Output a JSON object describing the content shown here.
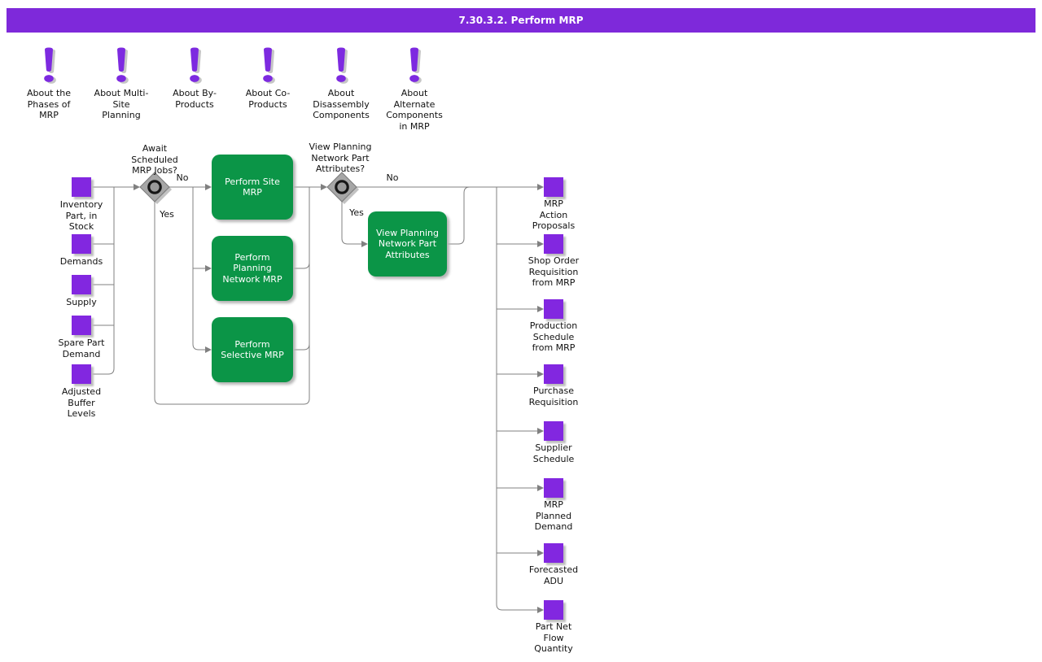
{
  "title": "7.30.3.2. Perform MRP",
  "colors": {
    "header_purple": "#7e29da",
    "node_purple": "#8227e0",
    "activity_green": "#0b9547",
    "connector_gray": "#808080",
    "decision_gray": "#a6a6a6"
  },
  "info_icons": [
    {
      "label": "About the\nPhases of\nMRP"
    },
    {
      "label": "About Multi-\nSite\nPlanning"
    },
    {
      "label": "About By-\nProducts"
    },
    {
      "label": "About Co-\nProducts"
    },
    {
      "label": "About\nDisassembly\nComponents"
    },
    {
      "label": "About\nAlternate\nComponents\nin MRP"
    }
  ],
  "flow": {
    "inputs": [
      {
        "label": "Inventory\nPart, in\nStock"
      },
      {
        "label": "Demands"
      },
      {
        "label": "Supply"
      },
      {
        "label": "Spare Part\nDemand"
      },
      {
        "label": "Adjusted\nBuffer\nLevels"
      }
    ],
    "decisions": [
      {
        "question": "Await\nScheduled\nMRP Jobs?",
        "no_label": "No",
        "yes_label": "Yes"
      },
      {
        "question": "View Planning\nNetwork Part\nAttributes?",
        "no_label": "No",
        "yes_label": "Yes"
      }
    ],
    "activities": [
      {
        "label": "Perform Site\nMRP"
      },
      {
        "label": "Perform\nPlanning\nNetwork MRP"
      },
      {
        "label": "Perform\nSelective MRP"
      },
      {
        "label": "View Planning\nNetwork Part\nAttributes"
      }
    ],
    "outputs": [
      {
        "label": "MRP\nAction\nProposals"
      },
      {
        "label": "Shop Order\nRequisition\nfrom MRP"
      },
      {
        "label": "Production\nSchedule\nfrom MRP"
      },
      {
        "label": "Purchase\nRequisition"
      },
      {
        "label": "Supplier\nSchedule"
      },
      {
        "label": "MRP\nPlanned\nDemand"
      },
      {
        "label": "Forecasted\nADU"
      },
      {
        "label": "Part Net\nFlow\nQuantity"
      }
    ]
  }
}
